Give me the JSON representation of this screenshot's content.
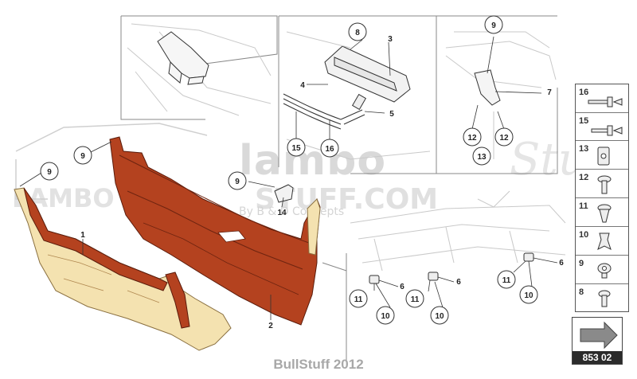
{
  "watermark": {
    "line1": "lambo",
    "line2": "Stuff",
    "line3": "STUFF.COM",
    "line4": "By B & D Concepts",
    "line5": "LAMBO"
  },
  "callouts": [
    {
      "id": "c-8",
      "label": "8"
    },
    {
      "id": "c-3",
      "label": "3"
    },
    {
      "id": "c-4",
      "label": "4"
    },
    {
      "id": "c-5",
      "label": "5"
    },
    {
      "id": "c-15a",
      "label": "15"
    },
    {
      "id": "c-16a",
      "label": "16"
    },
    {
      "id": "c-9a",
      "label": "9"
    },
    {
      "id": "c-9b",
      "label": "9"
    },
    {
      "id": "c-9c",
      "label": "9"
    },
    {
      "id": "c-9d",
      "label": "9"
    },
    {
      "id": "c-14",
      "label": "14"
    },
    {
      "id": "c-7",
      "label": "7"
    },
    {
      "id": "c-12a",
      "label": "12"
    },
    {
      "id": "c-12b",
      "label": "12"
    },
    {
      "id": "c-13",
      "label": "13"
    },
    {
      "id": "c-1",
      "label": "1"
    },
    {
      "id": "c-2",
      "label": "2"
    },
    {
      "id": "c-6a",
      "label": "6"
    },
    {
      "id": "c-6b",
      "label": "6"
    },
    {
      "id": "c-6c",
      "label": "6"
    },
    {
      "id": "c-11a",
      "label": "11"
    },
    {
      "id": "c-11b",
      "label": "11"
    },
    {
      "id": "c-11c",
      "label": "11"
    },
    {
      "id": "c-10a",
      "label": "10"
    },
    {
      "id": "c-10b",
      "label": "10"
    },
    {
      "id": "c-10c",
      "label": "10"
    }
  ],
  "legend": {
    "items": [
      "16",
      "15",
      "13",
      "12",
      "11",
      "10",
      "9",
      "8"
    ]
  },
  "page_box": {
    "number": "853 02"
  },
  "footer": {
    "text": "BullStuff 2012"
  },
  "colors": {
    "panel_fill": "#b4421f",
    "panel_edge": "#5a1c0c",
    "liner_fill": "#f4e2b0",
    "liner_edge": "#8a7040",
    "line": "#333333",
    "ghost": "#c9c9c9"
  }
}
